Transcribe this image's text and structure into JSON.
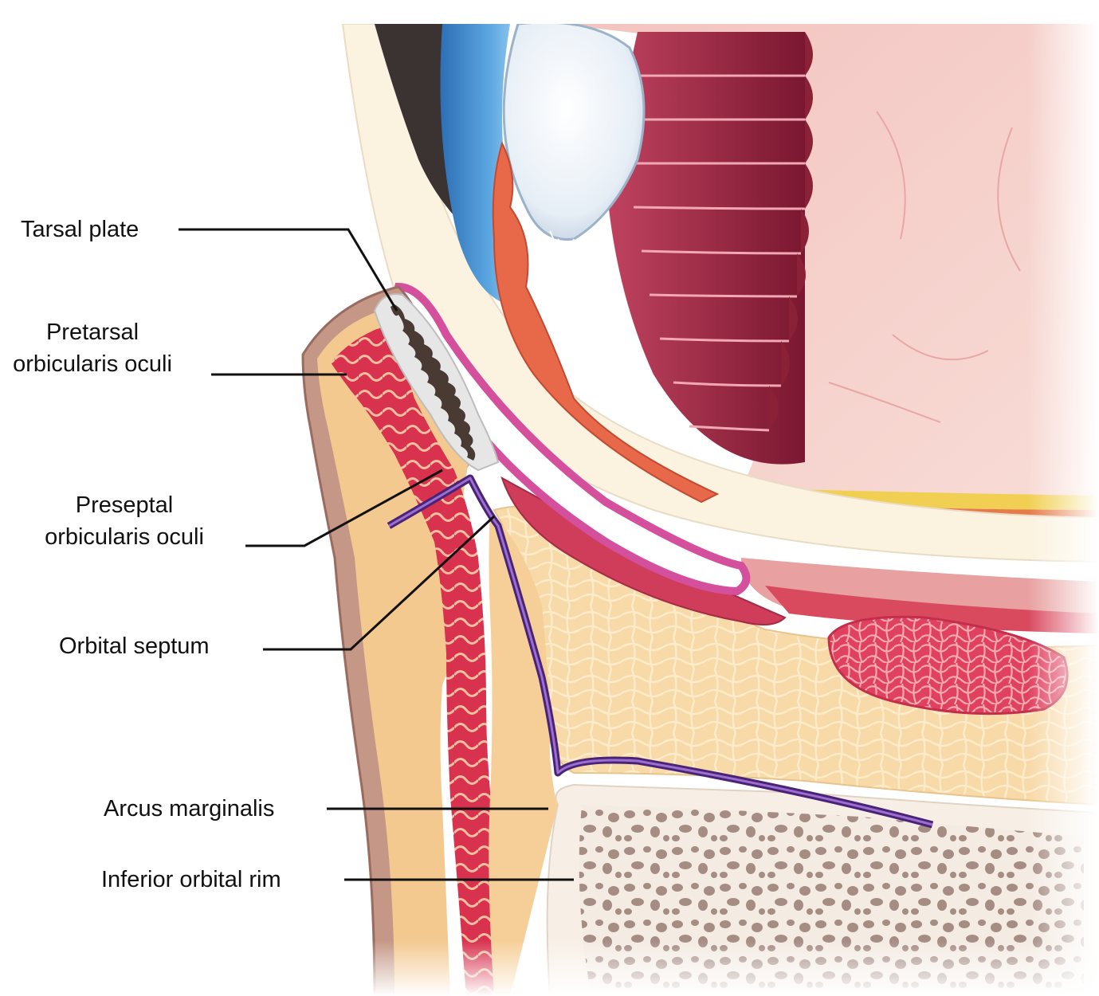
{
  "labels": {
    "tarsal_plate": "Tarsal plate",
    "pretarsal_line1": "Pretarsal",
    "pretarsal_line2": "orbicularis oculi",
    "preseptal_line1": "Preseptal",
    "preseptal_line2": "orbicularis oculi",
    "orbital_septum": "Orbital septum",
    "arcus_marginalis": "Arcus marginalis",
    "inferior_orbital_rim": "Inferior orbital rim"
  },
  "colors": {
    "skin": "#b98a7c",
    "muscle": "#e23a5a",
    "fat": "#f7d6a2",
    "septum": "#4a2377",
    "bone_cortex": "#f7efe6",
    "bone_marrow": "#a08a80",
    "tarsus": "#e6e6e6",
    "meibomian": "#4a3a34",
    "conjunctiva": "#d44f9c",
    "sclera": "#fbf2e0",
    "cornea": "#eaf2f8",
    "iris": "#4a92d2",
    "extraocular_muscle": "#8a2137",
    "orbit_wall": "#f5c7c2",
    "ciliary": "#e8694a",
    "leader_line": "#111111"
  }
}
